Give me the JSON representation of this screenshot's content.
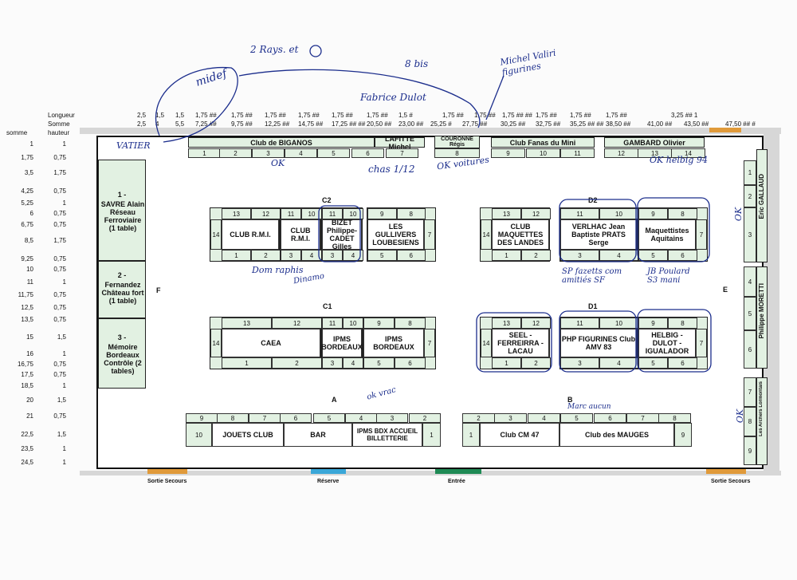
{
  "header": {
    "longueur_label": "Longueur",
    "somme_label": "Somme",
    "somme_left": "somme",
    "hauteur_label": "hauteur"
  },
  "top_row1": [
    "2,5",
    "1,5",
    "1,5",
    "1,75 ##",
    "1,75 ##",
    "1,75 ##",
    "1,75 ##",
    "1,75 ##",
    "1,75 ##",
    "1,5 #",
    "1,75 ##",
    "1,75 ##",
    "1,75 ## ##",
    "1,75 ##",
    "1,75 ##",
    "1,75 ##",
    "3,25 ## 1"
  ],
  "top_row2": [
    "2,5",
    "4",
    "5,5",
    "7,25 ##",
    "9,75 ##",
    "12,25 ##",
    "14,75 ##",
    "17,25 ## ##",
    "20,50 ##",
    "23,00 ##",
    "25,25 #",
    "27,75 ##",
    "30,25 ##",
    "32,75 ##",
    "35,25 ## ##",
    "38,50 ##",
    "41,00 ##",
    "43,50 ##",
    "47,50 ## #"
  ],
  "left_somme": [
    "1",
    "1,75",
    "3,5",
    "4,25",
    "5,25",
    "6",
    "6,75",
    "8,5",
    "9,25",
    "10",
    "11",
    "11,75",
    "12,5",
    "13,5",
    "15",
    "16",
    "16,75",
    "17,5",
    "18,5",
    "20",
    "21",
    "22,5",
    "23,5",
    "24,5"
  ],
  "left_hauteur": [
    "1",
    "0,75",
    "1,75",
    "0,75",
    "1",
    "0,75",
    "0,75",
    "1,75",
    "0,75",
    "0,75",
    "1",
    "0,75",
    "0,75",
    "0,75",
    "1,5",
    "1",
    "0,75",
    "0,75",
    "1",
    "1,5",
    "0,75",
    "1,5",
    "1",
    "1"
  ],
  "top_stands": {
    "biganos": "Club de BIGANOS",
    "lafitte": "LAFITTE Michel",
    "couronne": "COURONNE Régis",
    "fanas": "Club Fanas du Mini",
    "gambard": "GAMBARD Olivier",
    "cells_a": [
      "1",
      "2",
      "3",
      "4",
      "5",
      "6",
      "7"
    ],
    "cell_8": "8",
    "cells_b": [
      "9",
      "10",
      "11",
      "12",
      "13",
      "14"
    ]
  },
  "left_stands": [
    {
      "number": "1 -",
      "text": "SAVRE Alain Réseau Ferroviaire (1 table)"
    },
    {
      "number": "2 -",
      "text": "Fernandez Château fort (1 table)"
    },
    {
      "number": "3 -",
      "text": "Mémoire Bordeaux Contrôle (2 tables)"
    }
  ],
  "right_stands": {
    "gallaud": "Eric GALLAUD",
    "moretti": "Philippe MORETTI",
    "archers": "Les Archers Lormontais",
    "cells": [
      "1",
      "2",
      "3",
      "4",
      "5",
      "6",
      "7",
      "8",
      "9"
    ]
  },
  "center": {
    "c2": "C2",
    "c1": "C1",
    "d2": "D2",
    "d1": "D1",
    "rmi": "CLUB R.M.I.",
    "bizet": "BIZET Philippe-CADET Gilles",
    "gullivers": "LES GULLIVERS LOUBESIENS",
    "maquettes_landes": "CLUB MAQUETTES DES LANDES",
    "verlhac": "VERLHAC Jean Baptiste PRATS Serge",
    "aquitains": "Maquettistes Aquitains",
    "caea": "CAEA",
    "ipms": "IPMS BORDEAUX",
    "seel": "SEEL - FERREIRRA - LACAU",
    "php": "PHP FIGURINES Club AMV 83",
    "helbig": "HELBIG - DULOT - IGUALADOR",
    "top_nums": [
      "13",
      "12",
      "11",
      "10",
      "9",
      "8"
    ],
    "bot_nums": [
      "1",
      "2",
      "3",
      "4",
      "5",
      "6"
    ],
    "n14": "14",
    "n7": "7"
  },
  "bottom": {
    "jouets": "JOUETS CLUB",
    "bar": "BAR",
    "ipms_accueil": "IPMS BDX ACCUEIL BILLETTERIE",
    "cm47": "Club CM 47",
    "mauges": "Club des MAUGES",
    "a_top": [
      "9",
      "8",
      "7",
      "6",
      "5",
      "4",
      "3",
      "2"
    ],
    "b_top": [
      "2",
      "3",
      "4",
      "5",
      "6",
      "7",
      "8"
    ],
    "n10": "10",
    "n1": "1",
    "n9": "9"
  },
  "zones": {
    "a": "A",
    "b": "B",
    "e": "E",
    "f": "F"
  },
  "exits": {
    "sortie_left": "Sortie Secours",
    "reserve": "Réserve",
    "entree": "Entrée",
    "sortie_right": "Sortie Secours"
  },
  "colors": {
    "table_fill": "#e2f1e2",
    "exit_orange": "#e09a3a",
    "exit_blue": "#3aa7d8",
    "exit_green": "#1f8a55",
    "ink": "#1b2d8c"
  },
  "annotations": {
    "midef": "midef",
    "deux_rays": "2 Rays. et",
    "huit_bis": "8 bis",
    "michel_valiri": "Michel Valiri figurines",
    "fabrice": "Fabrice Dulot",
    "chas": "chas 1/12",
    "ok1": "OK",
    "ok_voitures": "OK voitures",
    "vatier": "VATIER",
    "ok_helbig": "OK helbig 94",
    "dom": "Dom raphis",
    "dinamo": "Dinamo",
    "sp": "SP fazetts com amitiés SF",
    "jb": "JB Poulard S3 mani",
    "vrac": "ok vrac",
    "marc": "Marc aucun",
    "ok_b": "OK"
  }
}
